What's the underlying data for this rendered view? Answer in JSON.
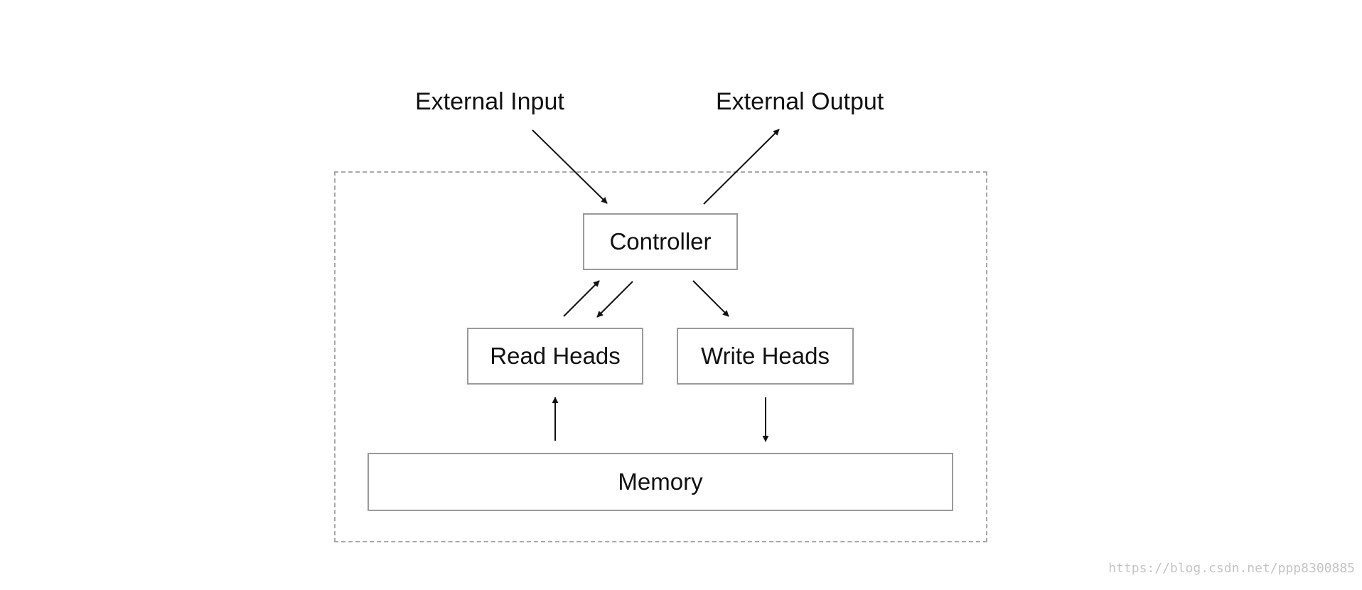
{
  "labels": {
    "external_input": "External Input",
    "external_output": "External Output"
  },
  "nodes": {
    "controller": "Controller",
    "read_heads": "Read Heads",
    "write_heads": "Write Heads",
    "memory": "Memory"
  },
  "edges": [
    {
      "from": "External Input",
      "to": "Controller"
    },
    {
      "from": "Controller",
      "to": "External Output"
    },
    {
      "from": "Read Heads",
      "to": "Controller"
    },
    {
      "from": "Controller",
      "to": "Read Heads"
    },
    {
      "from": "Controller",
      "to": "Write Heads"
    },
    {
      "from": "Memory",
      "to": "Read Heads"
    },
    {
      "from": "Write Heads",
      "to": "Memory"
    }
  ],
  "watermark": "https://blog.csdn.net/ppp8300885",
  "colors": {
    "line": "#111111",
    "box_border": "#9a9a9a",
    "container_border": "#a8a8a8",
    "watermark": "#c4c4c4"
  }
}
